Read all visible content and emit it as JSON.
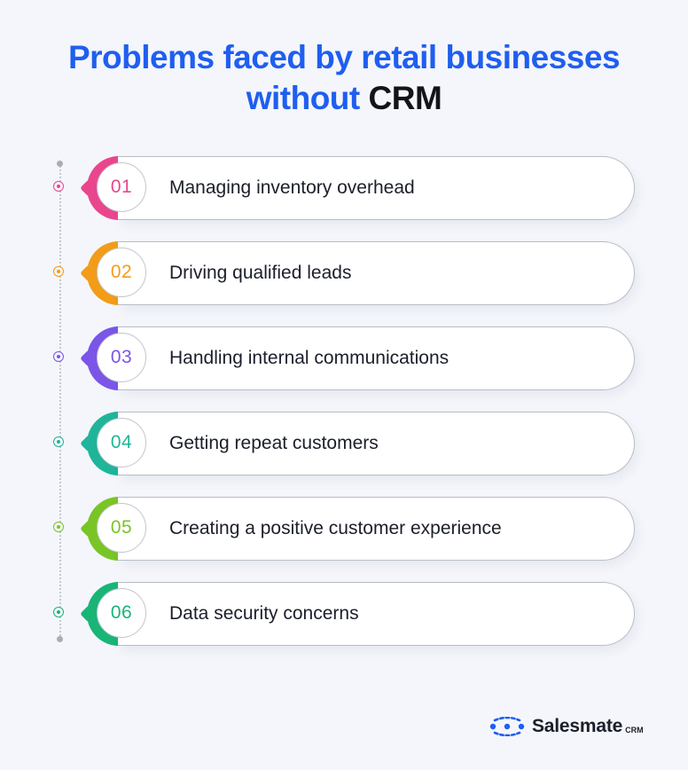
{
  "title": {
    "line1": "Problems faced by retail businesses",
    "line2_accent": "without ",
    "line2_dark": "CRM"
  },
  "colors": {
    "title_blue": "#1f5ef0",
    "item_01": "#e9468e",
    "item_02": "#f29c18",
    "item_03": "#7b55e8",
    "item_04": "#1fb59a",
    "item_05": "#79c526",
    "item_06": "#19b577"
  },
  "items": [
    {
      "number": "01",
      "label": "Managing inventory overhead",
      "color": "#e9468e"
    },
    {
      "number": "02",
      "label": "Driving qualified leads",
      "color": "#f29c18"
    },
    {
      "number": "03",
      "label": "Handling internal communications",
      "color": "#7b55e8"
    },
    {
      "number": "04",
      "label": "Getting repeat customers",
      "color": "#1fb59a"
    },
    {
      "number": "05",
      "label": "Creating a positive customer experience",
      "color": "#79c526"
    },
    {
      "number": "06",
      "label": "Data security concerns",
      "color": "#19b577"
    }
  ],
  "brand": {
    "name": "Salesmate",
    "suffix": "CRM",
    "icon": "salesmate-logo-icon"
  }
}
